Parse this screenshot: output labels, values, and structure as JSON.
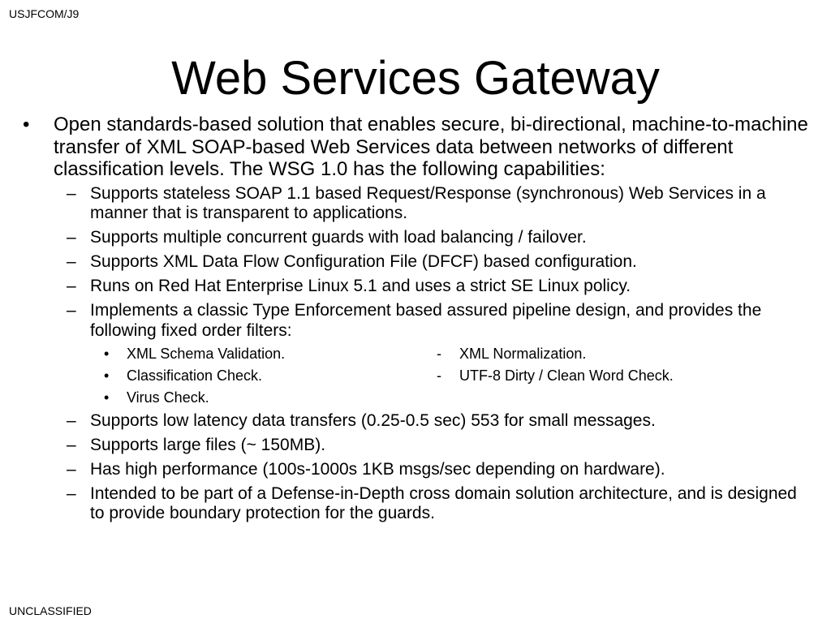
{
  "header": {
    "label": "USJFCOM/J9"
  },
  "footer": {
    "label": "UNCLASSIFIED"
  },
  "slide": {
    "title": "Web Services Gateway",
    "bullet": "•",
    "dash": "–",
    "sub_bullet": "•",
    "sub_dash": "-",
    "intro": "Open standards-based solution that enables secure, bi-directional, machine-to-machine transfer of XML SOAP-based Web Services data between networks of different classification levels.  The WSG 1.0 has the following capabilities:",
    "capabilities_a": [
      "Supports stateless SOAP 1.1 based Request/Response (synchronous) Web Services in a manner that is transparent to applications.",
      "Supports multiple concurrent guards with load balancing / failover.",
      "Supports XML Data Flow Configuration File (DFCF) based configuration.",
      "Runs on Red Hat Enterprise Linux 5.1 and uses a strict SE Linux policy.",
      "Implements a classic Type Enforcement based assured pipeline design, and provides the following fixed order filters:"
    ],
    "filters": [
      {
        "left": "XML Schema Validation.",
        "right": "XML Normalization."
      },
      {
        "left": "Classification Check.",
        "right": "UTF-8 Dirty / Clean Word Check."
      },
      {
        "left": "Virus Check.",
        "right": ""
      }
    ],
    "capabilities_b": [
      "Supports low latency data transfers (0.25-0.5 sec) 553 for small messages.",
      "Supports large files (~ 150MB).",
      "Has high performance (100s-1000s 1KB msgs/sec depending on hardware).",
      "Intended to be part of a Defense-in-Depth cross domain solution architecture, and is designed to provide boundary protection for the guards."
    ]
  }
}
